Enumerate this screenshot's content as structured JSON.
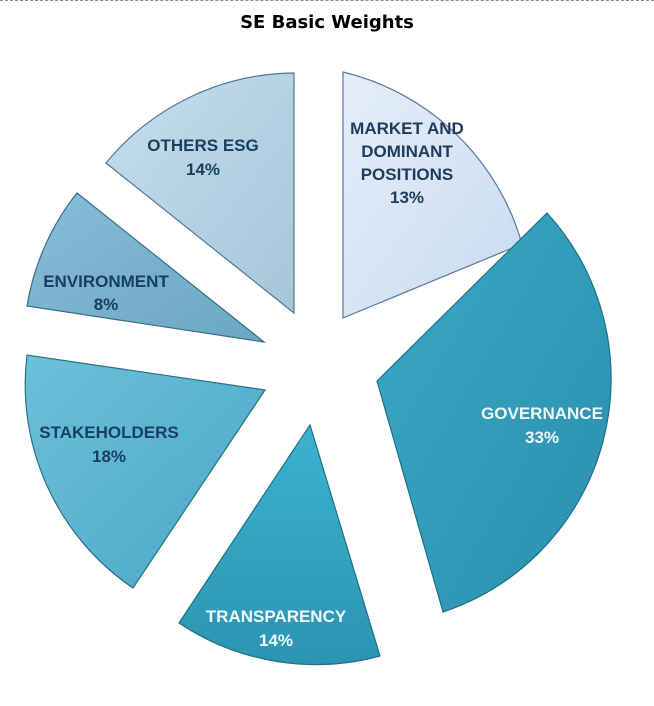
{
  "chart_data": {
    "type": "pie",
    "title": "SE Basic Weights",
    "exploded": true,
    "legend": "none (data labels on slices)",
    "categories": [
      "MARKET AND DOMINANT POSITIONS",
      "GOVERNANCE",
      "TRANSPARENCY",
      "STAKEHOLDERS",
      "ENVIRONMENT",
      "OTHERS ESG"
    ],
    "values": [
      13,
      33,
      14,
      18,
      8,
      14
    ],
    "labels": [
      "13%",
      "33%",
      "14%",
      "18%",
      "8%",
      "14%"
    ],
    "colors": [
      "#d6e4f4",
      "#2f9cb8",
      "#33a4c0",
      "#5ab6d2",
      "#72aac6",
      "#b4d2e2"
    ]
  },
  "slices": [
    {
      "name": "MARKET AND DOMINANT POSITIONS",
      "line1": "MARKET AND",
      "line2": "DOMINANT",
      "line3": "POSITIONS",
      "pct": "13%"
    },
    {
      "name": "GOVERNANCE",
      "line1": "GOVERNANCE",
      "pct": "33%"
    },
    {
      "name": "TRANSPARENCY",
      "line1": "TRANSPARENCY",
      "pct": "14%"
    },
    {
      "name": "STAKEHOLDERS",
      "line1": "STAKEHOLDERS",
      "pct": "18%"
    },
    {
      "name": "ENVIRONMENT",
      "line1": "ENVIRONMENT",
      "pct": "8%"
    },
    {
      "name": "OTHERS ESG",
      "line1": "OTHERS ESG",
      "pct": "14%"
    }
  ]
}
